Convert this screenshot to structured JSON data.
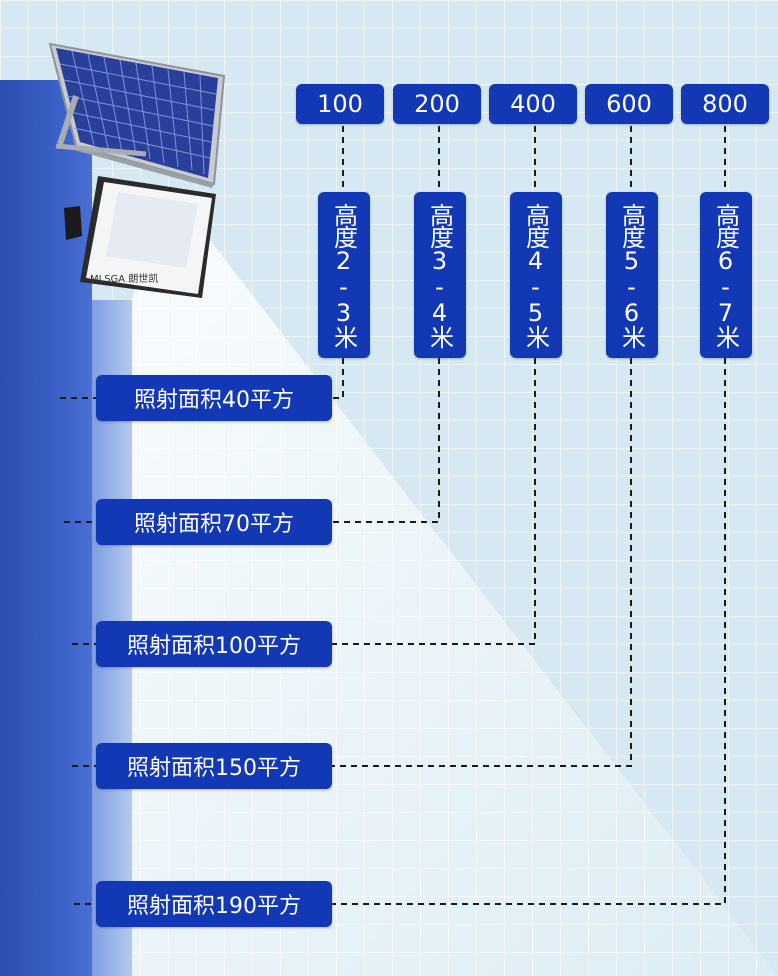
{
  "watt_labels": [
    "100",
    "200",
    "400",
    "600",
    "800"
  ],
  "height_labels": [
    "高度2-3米",
    "高度3-4米",
    "高度4-5米",
    "高度5-6米",
    "高度6-7米"
  ],
  "area_labels": [
    "照射面积40平方",
    "照射面积70平方",
    "照射面积100平方",
    "照射面积150平方",
    "照射面积190平方"
  ],
  "brand_text": "MLSGA 朗世凯",
  "colors": {
    "pill": "#1238b5",
    "line": "#1a1a1a",
    "background": "#d6e9f2"
  }
}
